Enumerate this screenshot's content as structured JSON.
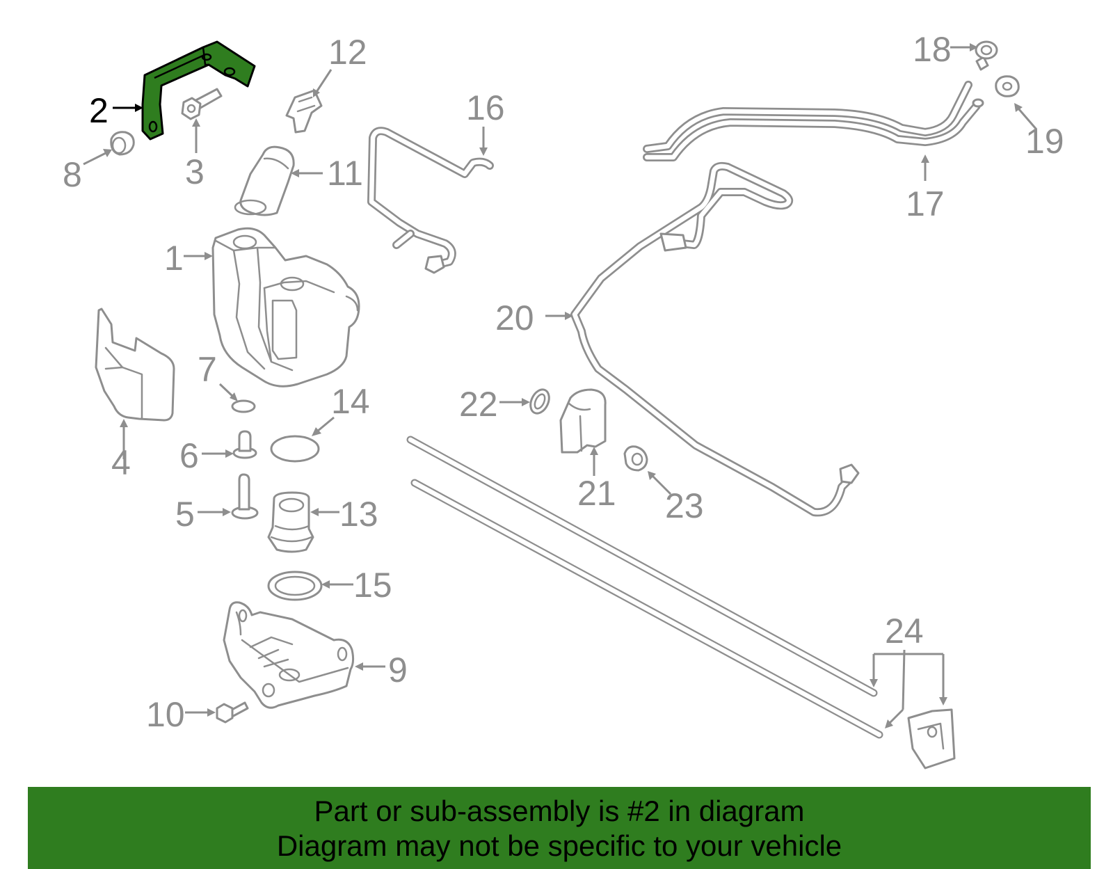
{
  "colors": {
    "highlight": "#2f7d1f",
    "outline": "#8e8e8e",
    "banner_bg": "#2f7d1f",
    "banner_text": "#000000"
  },
  "highlighted_part": "2",
  "callouts": {
    "c1": "1",
    "c2": "2",
    "c3": "3",
    "c4": "4",
    "c5": "5",
    "c6": "6",
    "c7": "7",
    "c8": "8",
    "c9": "9",
    "c10": "10",
    "c11": "11",
    "c12": "12",
    "c13": "13",
    "c14": "14",
    "c15": "15",
    "c16": "16",
    "c17": "17",
    "c18": "18",
    "c19": "19",
    "c20": "20",
    "c21": "21",
    "c22": "22",
    "c23": "23",
    "c24": "24"
  },
  "banner": {
    "line1": "Part or sub-assembly is #2 in diagram",
    "line2": "Diagram may not be specific to your vehicle"
  }
}
